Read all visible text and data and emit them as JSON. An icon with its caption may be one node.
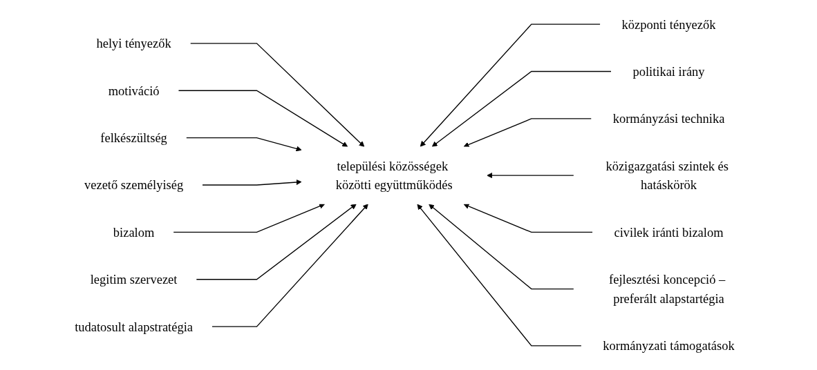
{
  "diagram": {
    "nodes": [
      {
        "text": [
          "helyi tényezők"
        ]
      },
      {
        "text": [
          "motiváció"
        ]
      },
      {
        "text": [
          "felkészültség"
        ]
      },
      {
        "text": [
          "vezető személyiség"
        ]
      },
      {
        "text": [
          "bizalom"
        ]
      },
      {
        "text": [
          "legitim szervezet"
        ]
      },
      {
        "text": [
          "tudatosult alapstratégia"
        ]
      },
      {
        "text": [
          "települési közösségek közötti együttműködés"
        ]
      },
      {
        "text": [
          "központi tényezők"
        ]
      },
      {
        "text": [
          "politikai irány"
        ]
      },
      {
        "text": [
          "kormányzási technika"
        ]
      },
      {
        "text": [
          "közigazgatási szintek és hatáskörök"
        ]
      },
      {
        "text": [
          "civilek iránti bizalom"
        ]
      },
      {
        "text": [
          "fejlesztési koncepció – preferált alapstartégia"
        ]
      },
      {
        "text": [
          "kormányzati támogatások"
        ]
      }
    ],
    "edges": [
      {
        "from": 0,
        "to": 7,
        "arrow": "to"
      },
      {
        "from": 1,
        "to": 7,
        "arrow": "to"
      },
      {
        "from": 2,
        "to": 7,
        "arrow": "to"
      },
      {
        "from": 3,
        "to": 7,
        "arrow": "to"
      },
      {
        "from": 4,
        "to": 7,
        "arrow": "to"
      },
      {
        "from": 5,
        "to": 7,
        "arrow": "to"
      },
      {
        "from": 6,
        "to": 7,
        "arrow": "to"
      },
      {
        "from": 8,
        "to": 7,
        "arrow": "to"
      },
      {
        "from": 9,
        "to": 7,
        "arrow": "to"
      },
      {
        "from": 10,
        "to": 7,
        "arrow": "to"
      },
      {
        "from": 11,
        "to": 7,
        "arrow": "to"
      },
      {
        "from": 12,
        "to": 7,
        "arrow": "to"
      },
      {
        "from": 13,
        "to": 7,
        "arrow": "to"
      },
      {
        "from": 14,
        "to": 7,
        "arrow": "to"
      }
    ]
  }
}
